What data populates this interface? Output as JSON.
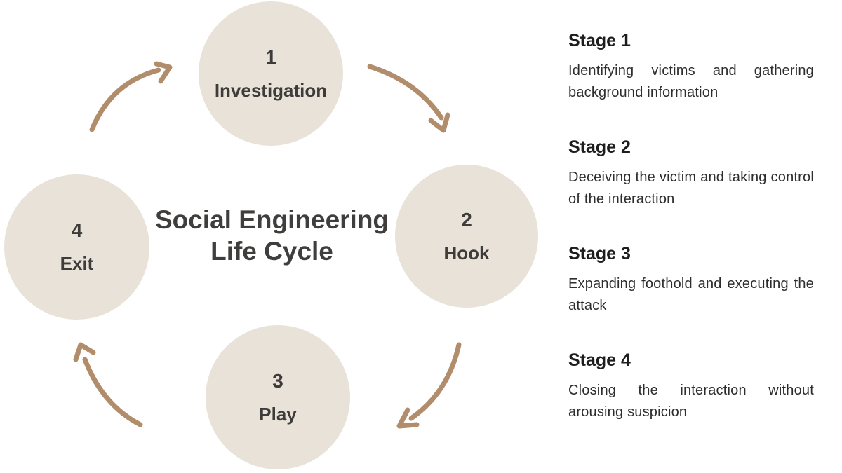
{
  "diagram": {
    "title_line1": "Social Engineering",
    "title_line2": "Life Cycle",
    "nodes": [
      {
        "number": "1",
        "label": "Investigation"
      },
      {
        "number": "2",
        "label": "Hook"
      },
      {
        "number": "3",
        "label": "Play"
      },
      {
        "number": "4",
        "label": "Exit"
      }
    ]
  },
  "stages": [
    {
      "heading": "Stage 1",
      "description": "Identifying victims and gathering background information"
    },
    {
      "heading": "Stage 2",
      "description": "Deceiving the victim and taking control of the interaction"
    },
    {
      "heading": "Stage 3",
      "description": "Expanding foothold and executing the attack"
    },
    {
      "heading": "Stage 4",
      "description": "Closing the interaction without arousing suspicion"
    }
  ],
  "colors": {
    "circle_fill": "#e9e2d8",
    "arrow_color": "#b18d6c",
    "node_text": "#3d3c3b",
    "title_text": "#3f3e3d",
    "heading_text": "#1d1d1d",
    "body_text": "#2d2d2d"
  }
}
